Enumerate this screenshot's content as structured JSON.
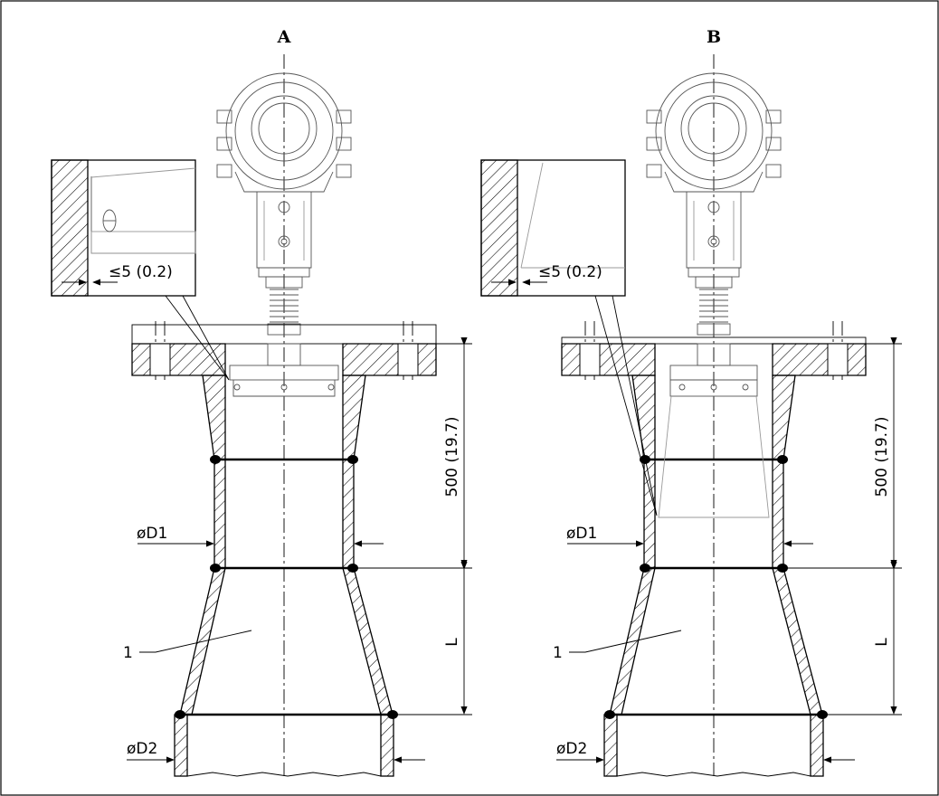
{
  "views": [
    {
      "id": "A",
      "title": "A",
      "offset_label": "≤5 (0.2)",
      "dim_height": "500 (19.7)",
      "dim_length": "L",
      "diam1": "øD1",
      "diam2": "øD2",
      "item": "1"
    },
    {
      "id": "B",
      "title": "B",
      "offset_label": "≤5 (0.2)",
      "dim_height": "500 (19.7)",
      "dim_length": "L",
      "diam1": "øD1",
      "diam2": "øD2",
      "item": "1"
    }
  ]
}
